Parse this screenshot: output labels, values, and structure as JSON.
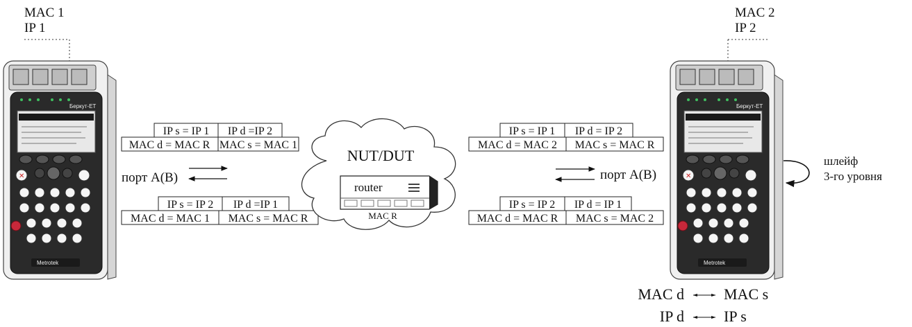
{
  "left_device": {
    "mac": "MAC 1",
    "ip": "IP 1",
    "brand": "Беркут-ET",
    "footer": "Metrotek"
  },
  "right_device": {
    "mac": "MAC 2",
    "ip": "IP 2",
    "brand": "Беркут-ET",
    "footer": "Metrotek"
  },
  "left_link": {
    "port_label": "порт A(B)",
    "top_frame": {
      "row1": [
        "IP s = IP 1",
        "IP d =IP 2"
      ],
      "row2": [
        "MAC d = MAC R",
        "MAC s = MAC 1"
      ]
    },
    "bottom_frame": {
      "row1": [
        "IP s = IP 2",
        "IP d =IP 1"
      ],
      "row2": [
        "MAC d = MAC 1",
        "MAC s = MAC R"
      ]
    }
  },
  "right_link": {
    "port_label": "порт A(B)",
    "top_frame": {
      "row1": [
        "IP s = IP 1",
        "IP d = IP 2"
      ],
      "row2": [
        "MAC d = MAC 2",
        "MAC s = MAC R"
      ]
    },
    "bottom_frame": {
      "row1": [
        "IP s = IP 2",
        "IP d = IP 1"
      ],
      "row2": [
        "MAC d = MAC R",
        "MAC s = MAC 2"
      ]
    }
  },
  "cloud": {
    "title": "NUT/DUT",
    "router_label": "router",
    "mac_label": "MAC R"
  },
  "loopback": {
    "line1": "шлейф",
    "line2": "3-го уровня"
  },
  "swap_legend": {
    "row1": [
      "MAC d",
      "MAC s"
    ],
    "row2": [
      "IP d",
      "IP s"
    ]
  },
  "icons": [
    "device-icon",
    "cloud-icon",
    "router-icon",
    "loop-arrow-icon",
    "swap-arrow-icon"
  ]
}
